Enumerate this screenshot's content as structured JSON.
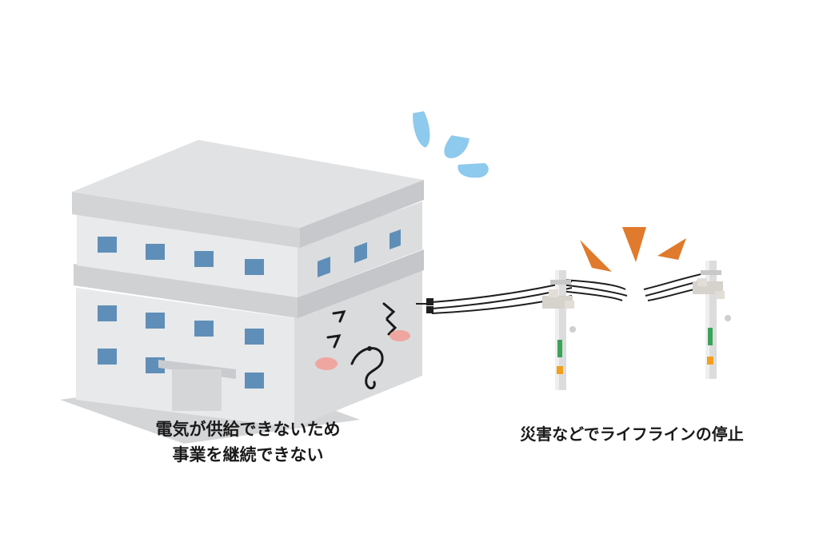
{
  "captions": {
    "building_line1": "電気が供給できないため",
    "building_line2": "事業を継続できない",
    "lifeline": "災害などでライフラインの停止"
  },
  "colors": {
    "background": "#ffffff",
    "building_light": "#e6e7e8",
    "building_shadow": "#cfd1d3",
    "window": "#5f8fb8",
    "sweat_drop": "#8ec9ee",
    "alert_triangle": "#e07a2c",
    "blush": "#f0a6a0",
    "pole_green": "#3aa35a",
    "pole_band": "#f2a01c"
  },
  "icons": {
    "building": "building-icon",
    "face": "distressed-face-icon",
    "sweat": "sweat-drops-icon",
    "alert": "alert-burst-icon",
    "poles": "utility-pole-icon",
    "cable": "broken-cable-icon"
  }
}
